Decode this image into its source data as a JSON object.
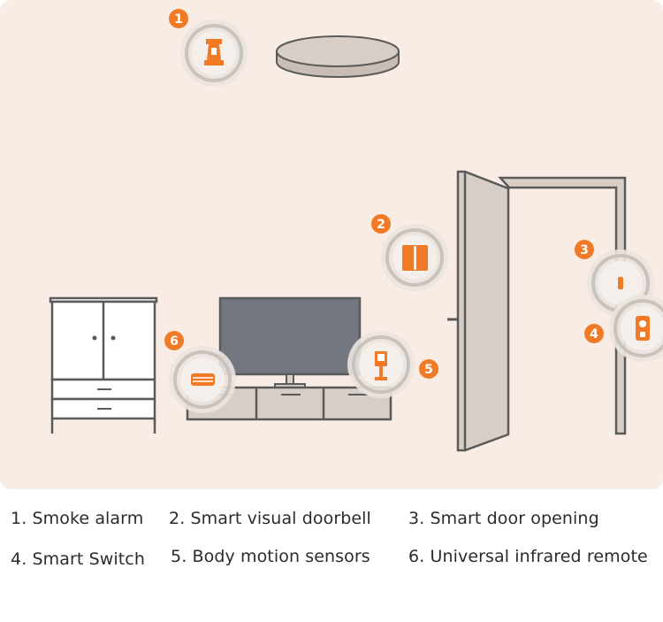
{
  "colors": {
    "background": "#f8ece4",
    "accent": "#f07a26",
    "outline": "#5a5a5a",
    "furniture": "#d7cec8",
    "tv_screen": "#737880"
  },
  "markers": [
    {
      "id": 1,
      "label": "1",
      "icon": "smoke-alarm-icon"
    },
    {
      "id": 2,
      "label": "2",
      "icon": "smart-switch-icon"
    },
    {
      "id": 3,
      "label": "3",
      "icon": "door-sensor-icon"
    },
    {
      "id": 4,
      "label": "4",
      "icon": "doorbell-icon"
    },
    {
      "id": 5,
      "label": "5",
      "icon": "motion-sensor-icon"
    },
    {
      "id": 6,
      "label": "6",
      "icon": "ir-remote-icon"
    }
  ],
  "legend": [
    "1. Smoke alarm",
    "2. Smart visual doorbell",
    "3. Smart door opening",
    "4. Smart Switch",
    "5. Body motion sensors",
    "6. Universal infrared remote"
  ]
}
